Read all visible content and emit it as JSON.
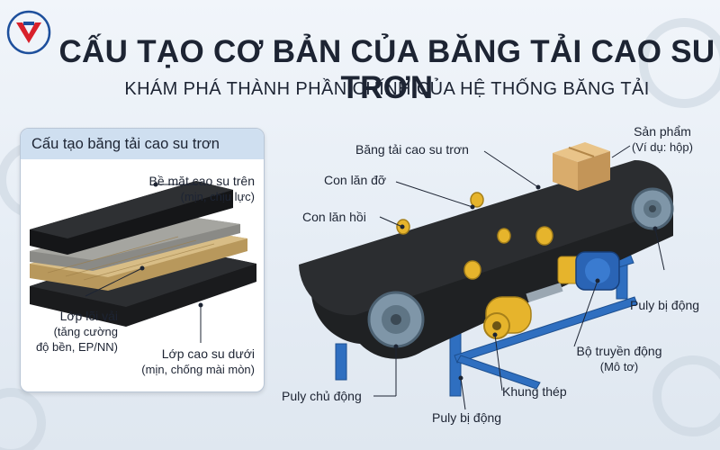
{
  "header": {
    "title": "CẤU TẠO CƠ BẢN CỦA BĂNG TẢI CAO SU TRƠN",
    "subtitle": "KHÁM PHÁ THÀNH PHẦN CHÍNH CỦA HỆ THỐNG BĂNG TẢI"
  },
  "logo": {
    "icon": "company-logo-icon",
    "colors": {
      "red": "#d8212b",
      "blue": "#1d4f9c"
    }
  },
  "panel": {
    "title": "Cấu tạo băng tải cao su trơn",
    "layers": [
      {
        "name": "Bề mặt cao su trên",
        "detail": "(mịn, chịu lực)"
      },
      {
        "name": "Lớp lõi vải",
        "detail1": "(tăng cường",
        "detail2": "độ bền, EP/NN)"
      },
      {
        "name": "Lớp cao su dưới",
        "detail": "(mịn, chống mài mòn)"
      }
    ]
  },
  "labels": {
    "belt": "Băng tải cao su trơn",
    "carrying_roller": "Con lăn đỡ",
    "return_roller": "Con lăn hồi",
    "product": "Sản phẩm",
    "product_note": "(Ví dụ: hộp)",
    "tail_pulley_right": "Puly bị động",
    "drive_unit": "Bộ truyền động",
    "drive_unit_note": "(Mô tơ)",
    "steel_frame": "Khung thép",
    "drive_pulley": "Puly chủ động",
    "tail_pulley_bottom": "Puly bị động"
  },
  "colors": {
    "belt": "#202224",
    "frame": "#2f6fc0",
    "roller": "#e6b42c",
    "pulley": "#7f96a8",
    "motor": "#2a64b5",
    "box": "#d9ac6c",
    "panel_header": "#cfdff0"
  }
}
